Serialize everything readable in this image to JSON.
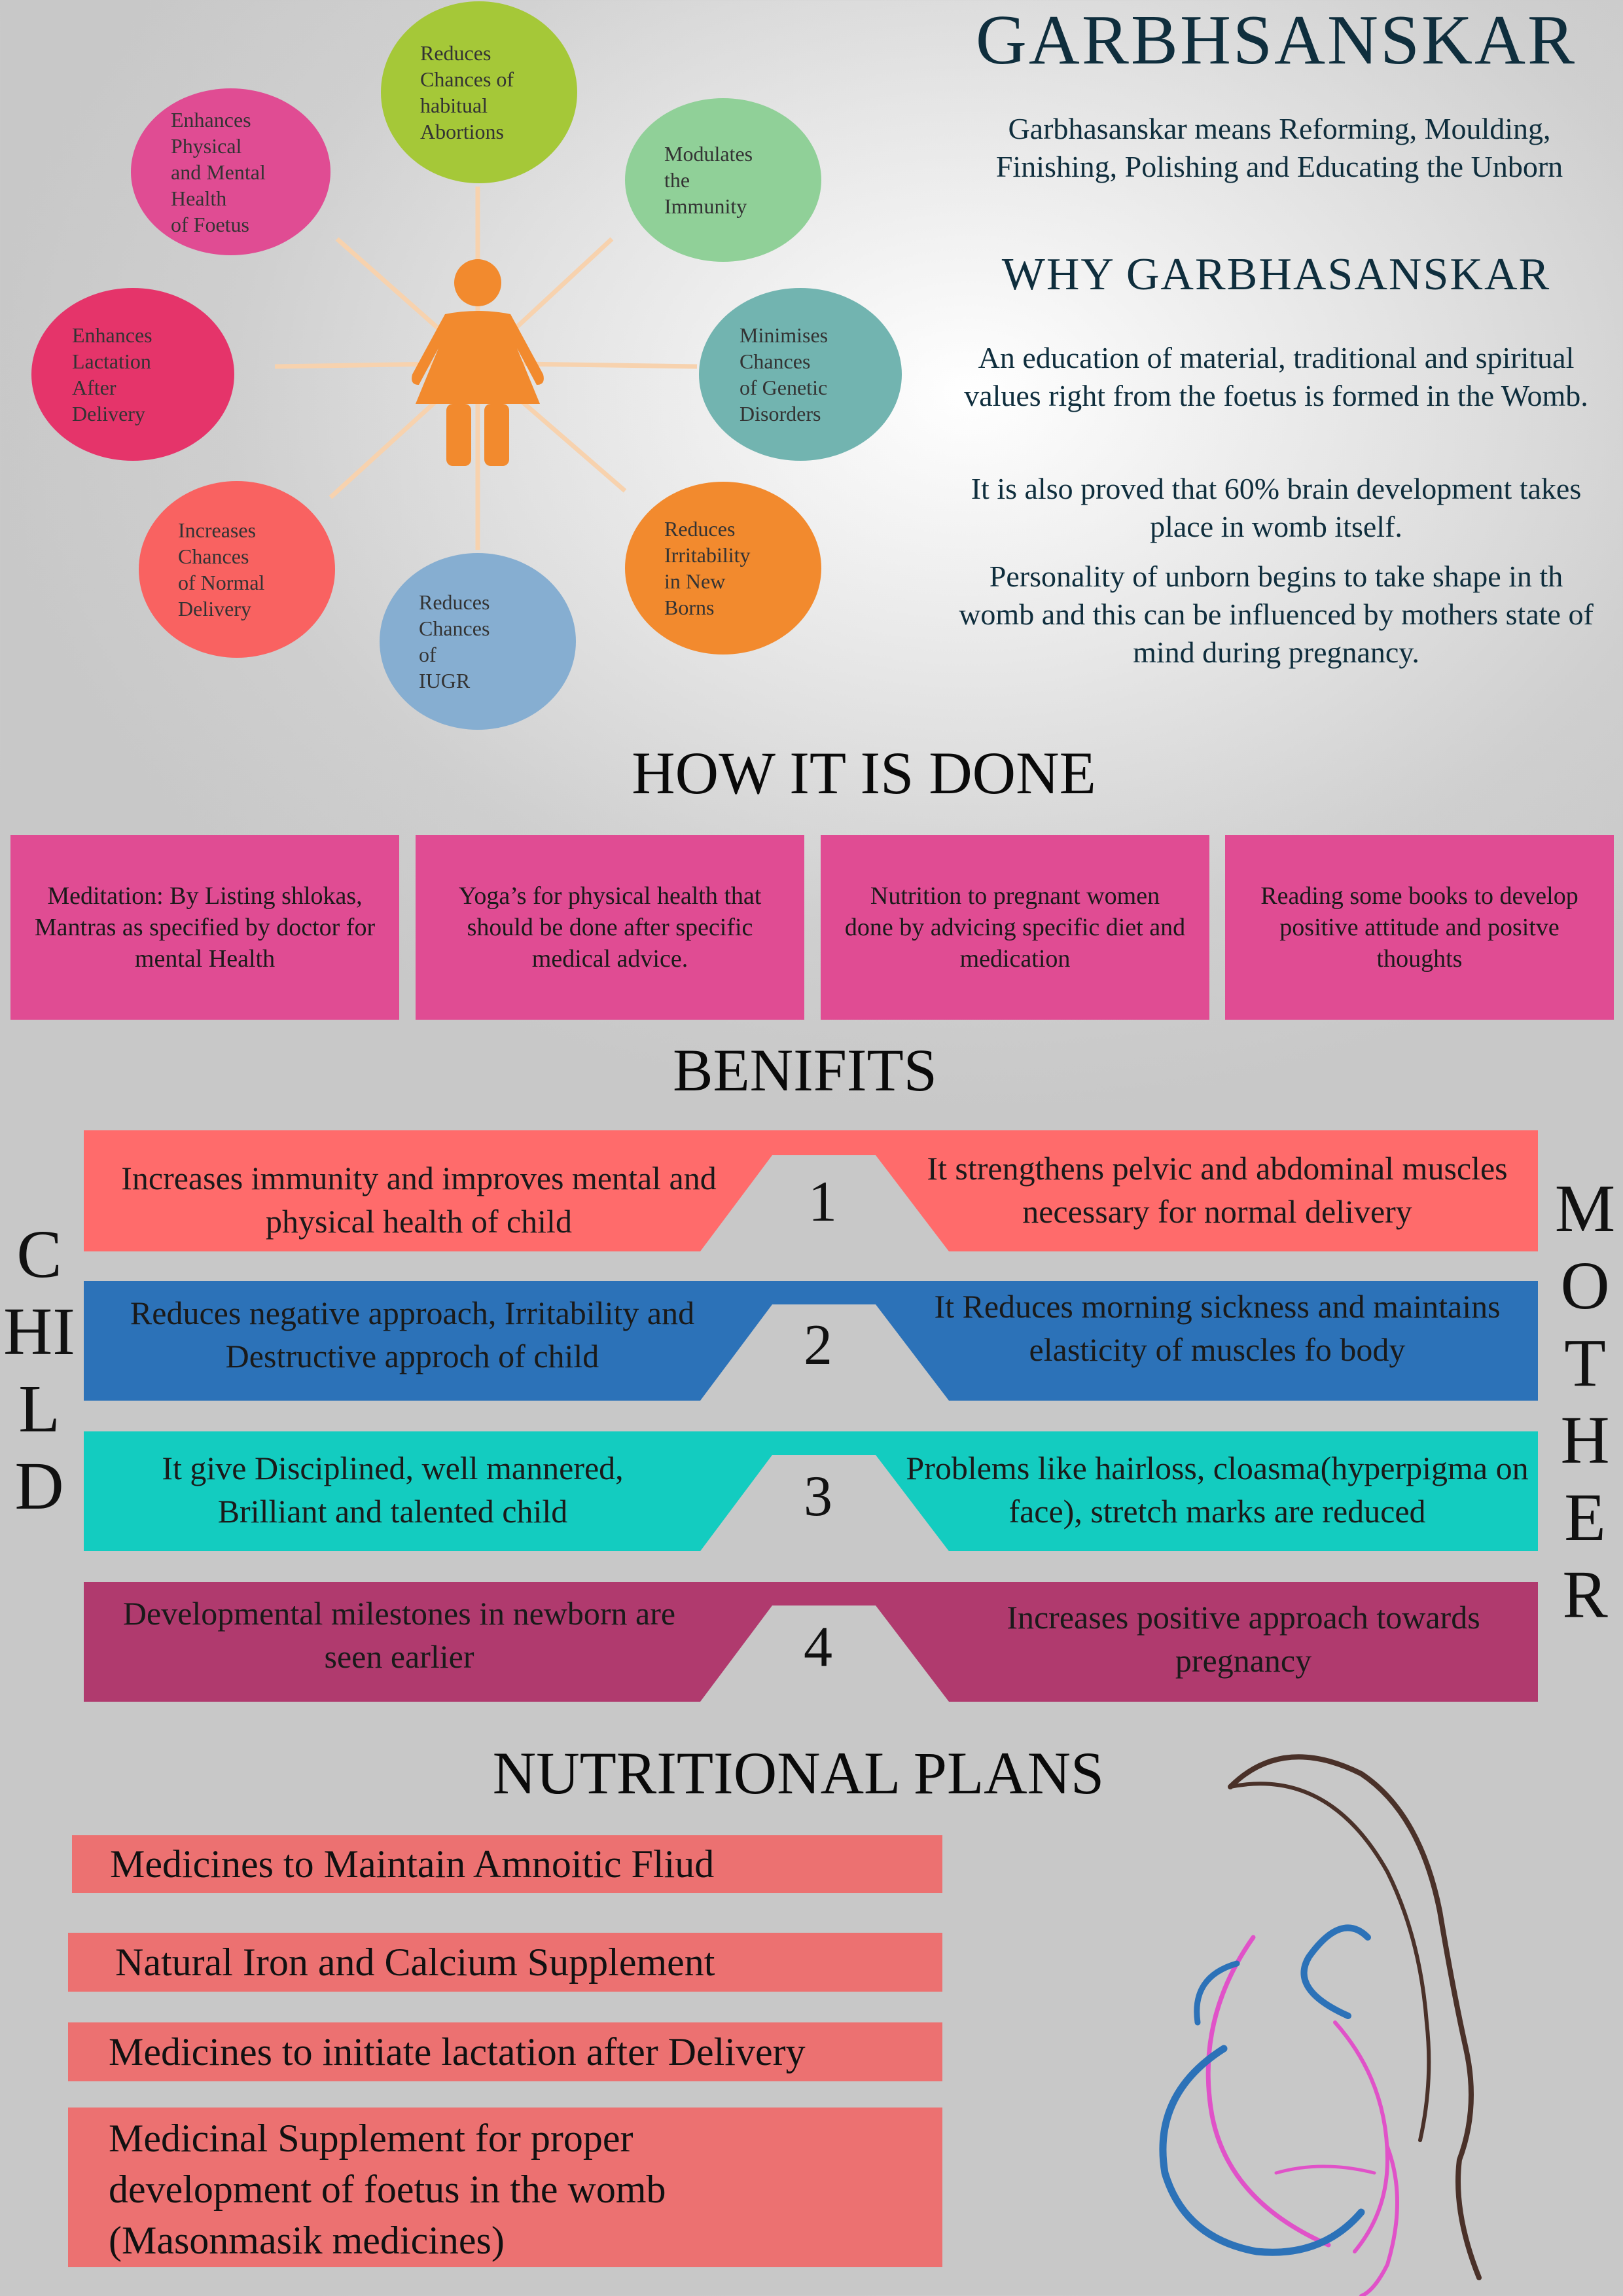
{
  "colors": {
    "title": "#0f2e3d",
    "pink": "#e04c93",
    "salmon": "#ff6b6b",
    "blue": "#2c72b8",
    "teal": "#13ccc0",
    "maroon": "#b03a6e",
    "plan": "#ec7171",
    "figure": "#f28a2e"
  },
  "header": {
    "title": "GARBHSANSKAR",
    "definition": "Garbhasanskar means Reforming, Moulding, Finishing, Polishing and Educating the Unborn",
    "why_title": "WHY GARBHASANSKAR",
    "why_paragraphs": [
      "An education of material, traditional and spiritual values right from the foetus is formed in the Womb.",
      "It is also proved that 60% brain development takes place in womb itself.",
      "Personality of unborn begins to take shape in th womb and this can be influenced by mothers state of mind during pregnancy."
    ]
  },
  "wheel": {
    "center_icon": "woman-icon",
    "items": [
      "Reduces\nChances of\nhabitual\nAbortions",
      "Modulates\nthe\nImmunity",
      "Minimises\nChances\nof Genetic\nDisorders",
      "Reduces\nIrritability\nin New\nBorns",
      "Reduces\nChances\nof\nIUGR",
      "Increases\nChances\nof Normal\nDelivery",
      "Enhances\nLactation\nAfter\nDelivery",
      "Enhances\nPhysical\nand Mental\nHealth\nof Foetus"
    ]
  },
  "how": {
    "title": "HOW IT IS DONE",
    "boxes": [
      "Meditation: By Listing shlokas, Mantras as specified by doctor for mental Health",
      "Yoga’s for physical health that should be done after specific medical advice.",
      "Nutrition to pregnant women done by advicing specific diet and medication",
      "Reading some books to develop positive attitude and positve thoughts"
    ]
  },
  "benefits": {
    "title": "BENIFITS",
    "left_label": "CHILD",
    "right_label": "MOTHER",
    "rows": [
      {
        "num": "1",
        "child": "Increases immunity and improves mental and physical health of child",
        "mother": "It strengthens pelvic and abdominal muscles necessary for normal delivery"
      },
      {
        "num": "2",
        "child": "Reduces negative approach, Irritability and Destructive approch of child",
        "mother": "It Reduces morning sickness and maintains elasticity of muscles fo body"
      },
      {
        "num": "3",
        "child": "It give Disciplined, well mannered, Brilliant and talented child",
        "mother": "Problems like hairloss, cloasma(hyperpigma on face), stretch marks are reduced"
      },
      {
        "num": "4",
        "child": "Developmental milestones in newborn are seen earlier",
        "mother": "Increases positive approach towards pregnancy"
      }
    ]
  },
  "nutrition": {
    "title": "NUTRITIONAL PLANS",
    "items": [
      "Medicines to Maintain Amnoitic Fliud",
      "Natural Iron and Calcium Supplement",
      "Medicines to initiate lactation after Delivery",
      "Medicinal Supplement for proper development of foetus in the womb (Masonmasik medicines)"
    ]
  }
}
